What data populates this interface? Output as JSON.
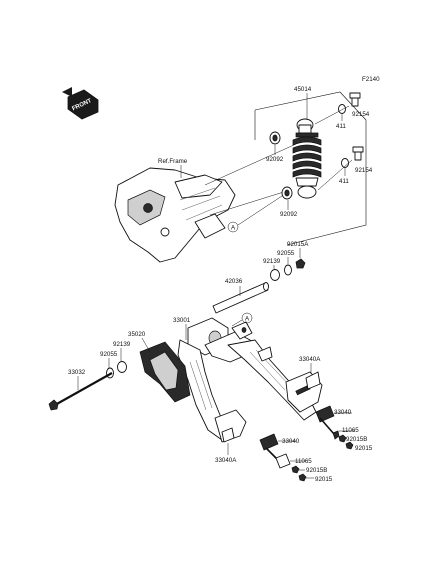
{
  "figure_code": "F2140",
  "front_indicator": "FRONT",
  "ref_label": "Ref.Frame",
  "callout_letter": "A",
  "parts": {
    "shock_absorber": "45014",
    "bushing_upper": "92092",
    "bushing_lower": "92092",
    "collar_upper": "411",
    "collar_lower": "411",
    "bolt_upper": "92154",
    "bolt_lower": "92154",
    "nut_top": "92015A",
    "washer_top": "92055",
    "bushing_top": "92139",
    "pivot_shaft": "42036",
    "swingarm": "33001",
    "chain_guide": "35020",
    "bushing_left": "92139",
    "washer_left": "92055",
    "axle_bolt": "33032",
    "adjuster_upper": "33040A",
    "block_upper": "33040",
    "bolt_adjuster_upper": "11065",
    "nut_b_upper": "92015B",
    "nut_upper": "92015",
    "block_lower": "33040",
    "adjuster_lower": "33040A",
    "bolt_adjuster_lower": "11065",
    "nut_b_lower": "92015B",
    "nut_lower": "92015"
  }
}
